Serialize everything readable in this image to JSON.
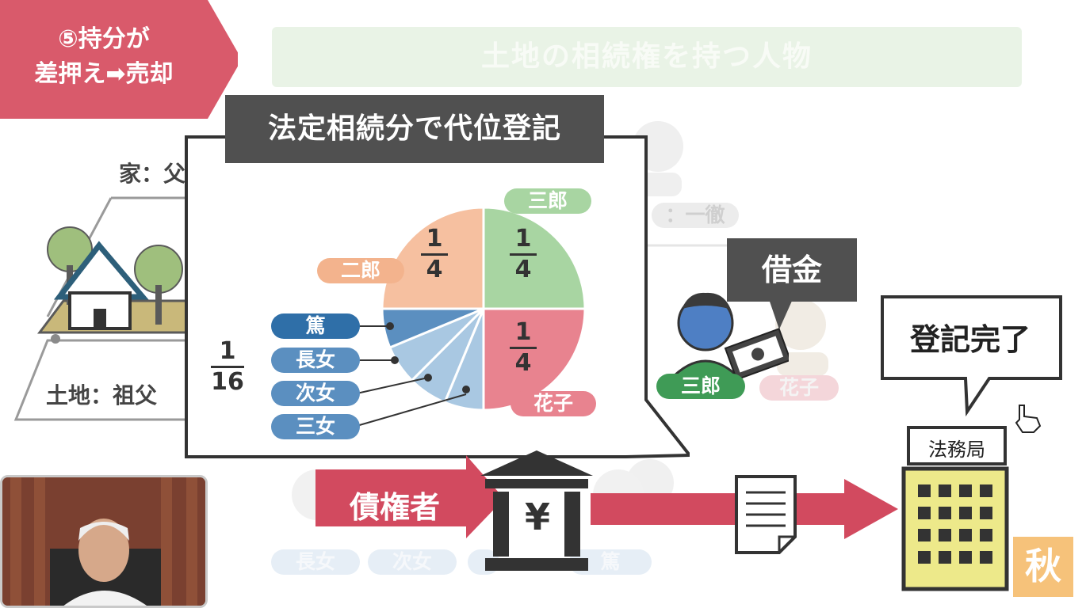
{
  "step": {
    "line1": "⑤持分が",
    "line2": "差押え➡売却"
  },
  "header": {
    "title": "土地の相続権を持つ人物"
  },
  "popup": {
    "title": "法定相続分で代位登記"
  },
  "chart_data": {
    "type": "pie",
    "title": "",
    "slices": [
      {
        "label": "三郎",
        "value": 0.25,
        "fraction": "1/4",
        "color": "#a8d5a2"
      },
      {
        "label": "花子",
        "value": 0.25,
        "fraction": "1/4",
        "color": "#e8838f"
      },
      {
        "label": "三女",
        "value": 0.0625,
        "fraction": "1/16",
        "color": "#a9c8e2"
      },
      {
        "label": "次女",
        "value": 0.0625,
        "fraction": "1/16",
        "color": "#a9c8e2"
      },
      {
        "label": "長女",
        "value": 0.0625,
        "fraction": "1/16",
        "color": "#a9c8e2"
      },
      {
        "label": "篤",
        "value": 0.0625,
        "fraction": "1/16",
        "color": "#5b8fc0"
      },
      {
        "label": "二郎",
        "value": 0.25,
        "fraction": "1/4",
        "color": "#f6c0a0"
      }
    ],
    "fraction_labels": {
      "saburo": {
        "n": "1",
        "d": "4"
      },
      "hanako": {
        "n": "1",
        "d": "4"
      },
      "jiro": {
        "n": "1",
        "d": "4"
      },
      "small": {
        "n": "1",
        "d": "16"
      }
    }
  },
  "labels": {
    "saburo": "三郎",
    "hanako": "花子",
    "jiro": "二郎",
    "atsushi": "篤",
    "chojo": "長女",
    "jijo": "次女",
    "sanjo": "三女"
  },
  "background": {
    "house_label": "家：父",
    "land_label": "土地：祖父",
    "issei": "：一徹",
    "hanako_faded": "花子",
    "bottom_chojo": "長女",
    "bottom_jijo": "次女",
    "bottom_atsushi": "篤"
  },
  "scene": {
    "debt_label": "借金",
    "saburo_label": "三郎",
    "creditor_label": "債権者",
    "bank_symbol": "¥",
    "legal_bureau": "法務局",
    "completion_text": "登記完了",
    "channel_mark": "秋"
  },
  "colors": {
    "step_tag": "#d95a6b",
    "dark_box": "#505050",
    "green": "#a8d5a2",
    "pink": "#e8838f",
    "peach": "#f6c0a0",
    "blue_dark": "#5b8fc0",
    "blue_light": "#a9c8e2",
    "arrow_red": "#d24a5f"
  }
}
